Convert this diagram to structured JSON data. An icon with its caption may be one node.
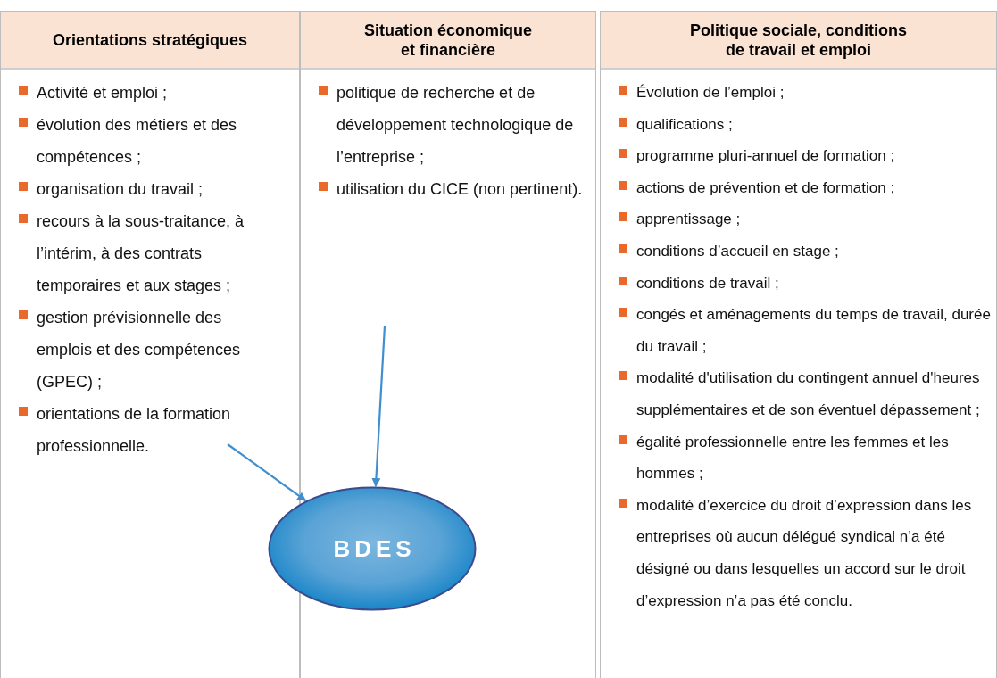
{
  "diagram": {
    "nodes": [
      {
        "text": [
          "Orientations stratégiques",
          "Activité et emploi ;",
          "évolution des métiers et des compétences ;",
          "organisation du travail ;",
          "recours à la sous-traitance, à l’intérim, à des contrats temporaires et aux stages ;",
          "gestion prévisionnelle des emplois et des compétences (GPEC) ;",
          "orientations de la formation professionnelle."
        ]
      },
      {
        "text": [
          "Situation économique et financière",
          "politique de recherche et de développement technologique de l’entreprise ;",
          "utilisation du CICE (non pertinent)."
        ]
      },
      {
        "text": [
          "Politique sociale, conditions de travail et emploi",
          "Évolution de l’emploi ;",
          "qualifications ;",
          "programme pluri-annuel de formation ;",
          "actions de prévention et de formation ;",
          "apprentissage ;",
          "conditions d’accueil en stage ;",
          "conditions de travail ;",
          "congés et aménagements du temps de travail, durée du travail ;",
          "modalité d'utilisation du contingent annuel d'heures supplémentaires et de son éventuel dépassement ;",
          "égalité professionnelle entre les femmes et les hommes ;",
          "modalité d’exercice du droit d’expression dans les entreprises où aucun délégué syndical n’a été désigné ou dans lesquelles un accord sur le droit d’expression n’a pas été conclu."
        ]
      },
      {
        "text": [
          "BDES"
        ]
      }
    ],
    "edges": [
      {
        "from": 0,
        "to": 3,
        "arrow": "to"
      },
      {
        "from": 1,
        "to": 3,
        "arrow": "to"
      }
    ]
  }
}
